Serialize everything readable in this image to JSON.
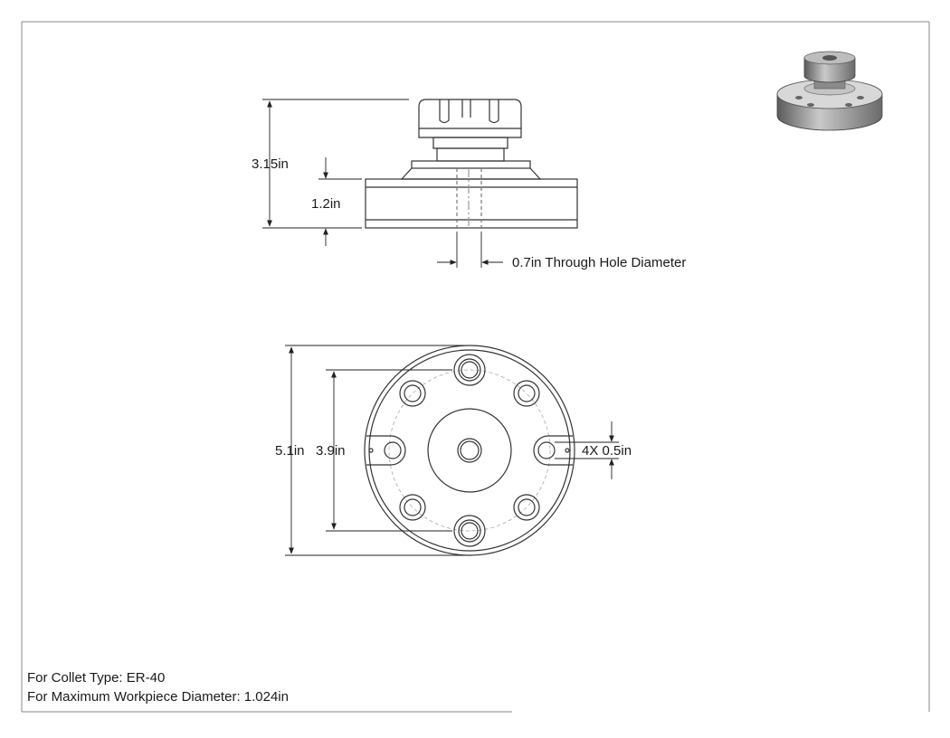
{
  "drawing": {
    "side_view": {
      "overall_height": "3.15in",
      "base_height": "1.2in",
      "through_hole": "0.7in Through Hole Diameter"
    },
    "top_view": {
      "outer_diameter": "5.1in",
      "bolt_circle": "3.9in",
      "slot_callout": "4X 0.5in"
    },
    "notes": {
      "collet_type": "For Collet Type: ER-40",
      "max_workpiece": "For Maximum Workpiece Diameter: 1.024in"
    }
  }
}
